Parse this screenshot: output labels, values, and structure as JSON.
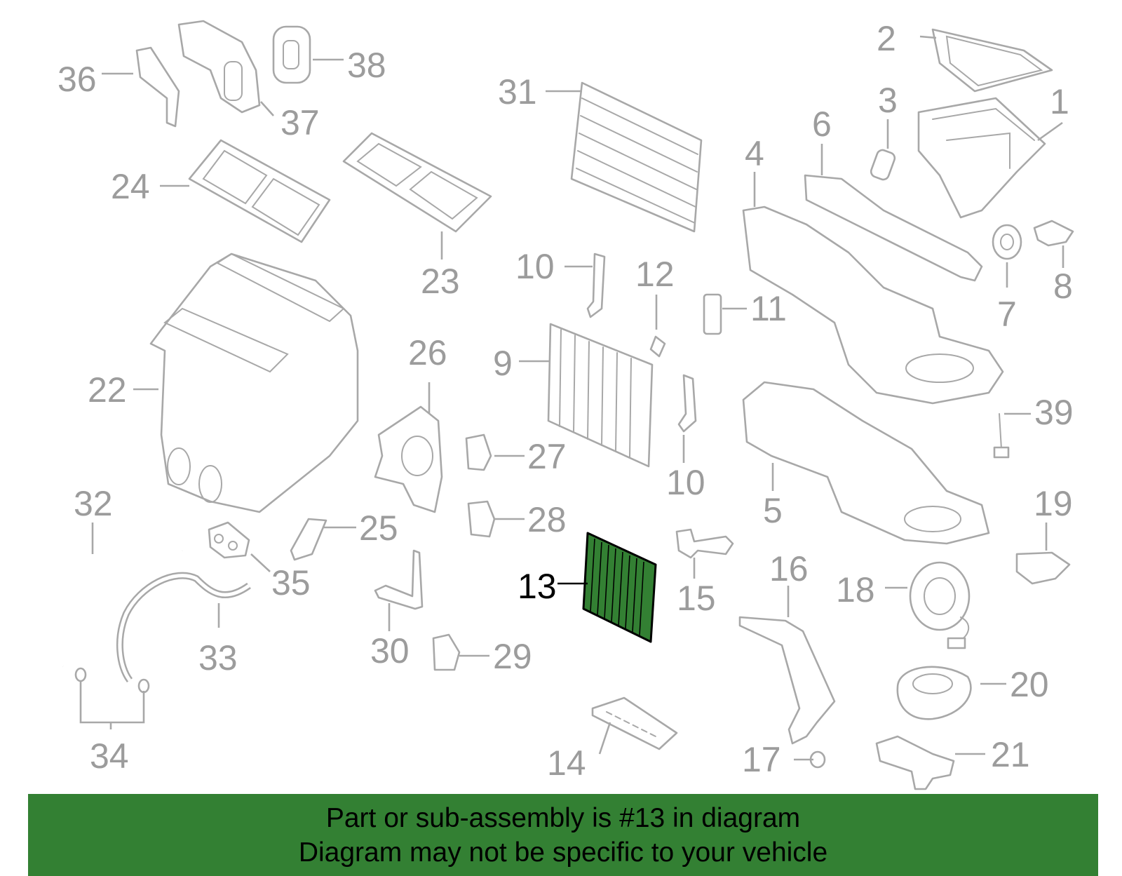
{
  "colors": {
    "line": "#a8a8a8",
    "label": "#9c9c9c",
    "highlight": "#338033",
    "banner": "#338033"
  },
  "callouts": {
    "n1": "1",
    "n2": "2",
    "n3": "3",
    "n4": "4",
    "n5": "5",
    "n6": "6",
    "n7": "7",
    "n8": "8",
    "n9": "9",
    "n10a": "10",
    "n10b": "10",
    "n11": "11",
    "n12": "12",
    "n13": "13",
    "n14": "14",
    "n15": "15",
    "n16": "16",
    "n17": "17",
    "n18": "18",
    "n19": "19",
    "n20": "20",
    "n21": "21",
    "n22": "22",
    "n23": "23",
    "n24": "24",
    "n25": "25",
    "n26": "26",
    "n27": "27",
    "n28": "28",
    "n29": "29",
    "n30": "30",
    "n31": "31",
    "n32": "32",
    "n33": "33",
    "n34": "34",
    "n35": "35",
    "n36": "36",
    "n37": "37",
    "n38": "38",
    "n39": "39"
  },
  "highlighted_part": "13",
  "banner": {
    "line1": "Part or sub-assembly is #13 in diagram",
    "line2": "Diagram may not be specific to your vehicle"
  }
}
